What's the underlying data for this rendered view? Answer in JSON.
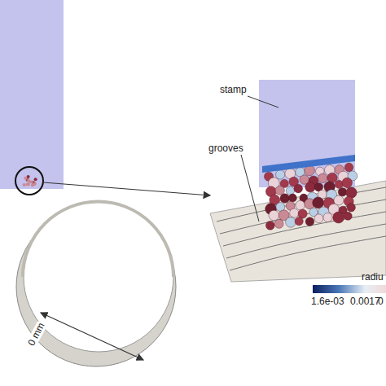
{
  "diagram": {
    "labels": [
      "stamp",
      "grooves",
      "radiu",
      "1.6e-03",
      "0.0017",
      "0",
      "0 mm"
    ]
  }
}
